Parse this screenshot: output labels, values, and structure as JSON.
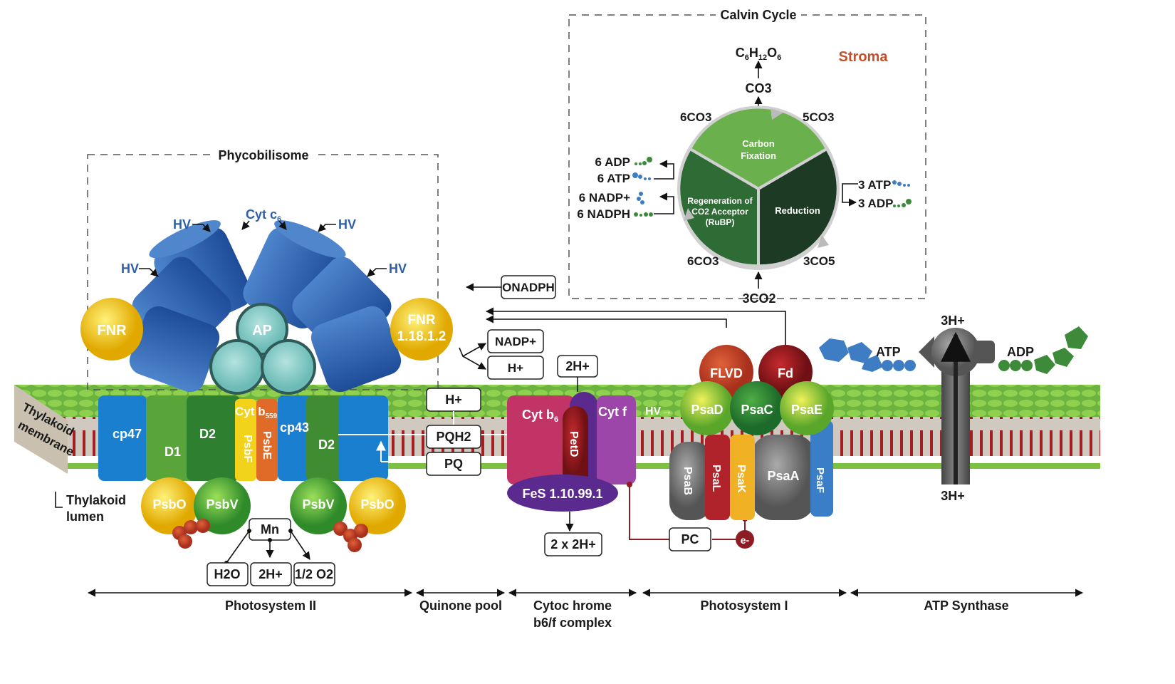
{
  "calvin": {
    "title": "Calvin Cycle",
    "region": "Stroma",
    "product": "C6H12O6",
    "product_parts": [
      "C",
      "6",
      "H",
      "12",
      "O",
      "6"
    ],
    "co3_top": "CO3",
    "in_top_left": "6CO3",
    "in_top_right": "5CO3",
    "in_bottom_left": "6CO3",
    "in_bottom_right": "3CO5",
    "input_bottom": "3CO2",
    "segments": {
      "fixation": [
        "Carbon",
        "Fixation"
      ],
      "reduction": "Reduction",
      "regeneration": [
        "Regeneration of",
        "CO2 Acceptor",
        "(RuBP)"
      ]
    },
    "left_inputs": [
      "6 ADP",
      "6 ATP",
      "6 NADP+",
      "6 NADPH"
    ],
    "right_inputs": [
      "3 ATP",
      "3 ADP"
    ]
  },
  "phycobilisome": {
    "title": "Phycobilisome",
    "hv": "HV",
    "cyt": "Cyt c",
    "cyt_sub": "6",
    "ap": "AP",
    "fnr_left": "FNR",
    "fnr_right": [
      "FNR",
      "1.18.1.2"
    ]
  },
  "membrane": {
    "label": [
      "Thylakoid",
      "membrane"
    ],
    "lumen": [
      "Thylakoid",
      "lumen"
    ]
  },
  "ps2": {
    "cp47": "cp47",
    "d1": "D1",
    "d2a": "D2",
    "cyt": "Cyt b",
    "cyt_sub": "559",
    "psbf": "PsbF",
    "psbe": "PsbE",
    "cp43": "cp43",
    "d2b": "D2",
    "psbo": "PsbO",
    "psbv": "PsbV",
    "mn": "Mn",
    "outputs": [
      "H2O",
      "2H+",
      "1/2 O2"
    ]
  },
  "quinone": {
    "h": "H+",
    "pqh2": "PQH2",
    "pq": "PQ"
  },
  "nadp": {
    "onadph": "ONADPH",
    "nadp": "NADP+",
    "h": "H+"
  },
  "b6f": {
    "h2": "2H+",
    "cytb6": "Cyt b",
    "cytb6_sub": "6",
    "cytf": "Cyt f",
    "petd": "PetD",
    "fes": "FeS 1.10.99.1",
    "out": "2 x 2H+"
  },
  "ps1": {
    "hv": "HV→",
    "flvd": "FLVD",
    "fd": "Fd",
    "psad": "PsaD",
    "psac": "PsaC",
    "psae": "PsaE",
    "psab": "PsaB",
    "psal": "PsaL",
    "psak": "PsaK",
    "psaa": "PsaA",
    "psaf": "PsaF",
    "pc": "PC",
    "e": "e-"
  },
  "atp": {
    "h_top": "3H+",
    "h_bottom": "3H+",
    "atp": "ATP",
    "adp": "ADP"
  },
  "sections": [
    "Photosystem II",
    "Quinone pool",
    "Cytoc hrome",
    "b6/f complex",
    "Photosystem I",
    "ATP Synthase"
  ],
  "colors": {
    "membrane_top": "#7cc142",
    "lipid": "#a31f24",
    "stroma_label": "#c4502a",
    "blue_text": "#2e5fa8",
    "calvin_light": "#6ab04c",
    "calvin_mid": "#2f6b35",
    "calvin_dark": "#1d3a24"
  }
}
